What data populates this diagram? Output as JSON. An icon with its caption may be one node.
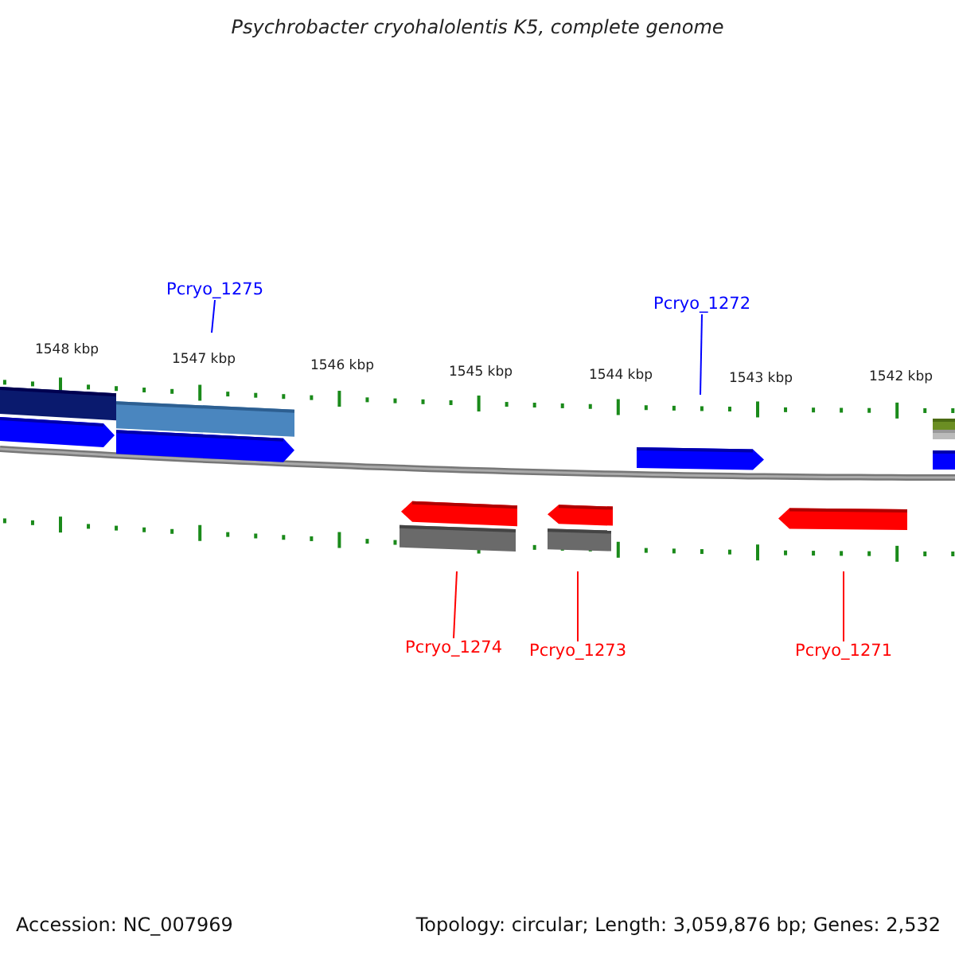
{
  "diagram": {
    "title": "Psychrobacter cryohalolentis K5, complete genome",
    "nodes": [
      {
        "text": [
          "Pcryo_1275"
        ]
      },
      {
        "text": [
          "Pcryo_1272"
        ]
      },
      {
        "text": [
          "Pcryo_1274"
        ]
      },
      {
        "text": [
          "Pcryo_1273"
        ]
      },
      {
        "text": [
          "Pcryo_1271"
        ]
      }
    ],
    "edges": [
      {
        "from": 0,
        "to": null,
        "arrow": "none",
        "color": "#0000ff"
      },
      {
        "from": 1,
        "to": null,
        "arrow": "none",
        "color": "#0000ff"
      },
      {
        "from": 2,
        "to": null,
        "arrow": "none"
      },
      {
        "from": 3,
        "to": null,
        "arrow": "none"
      },
      {
        "from": 4,
        "to": null,
        "arrow": "none"
      }
    ],
    "labels": [
      "1548 kbp",
      "1547 kbp",
      "1546 kbp",
      "1545 kbp",
      "1544 kbp",
      "1543 kbp",
      "1542 kbp",
      "Accession: NC_007969",
      "Topology: circular; Length: 3,059,876 bp; Genes: 2,532"
    ]
  }
}
